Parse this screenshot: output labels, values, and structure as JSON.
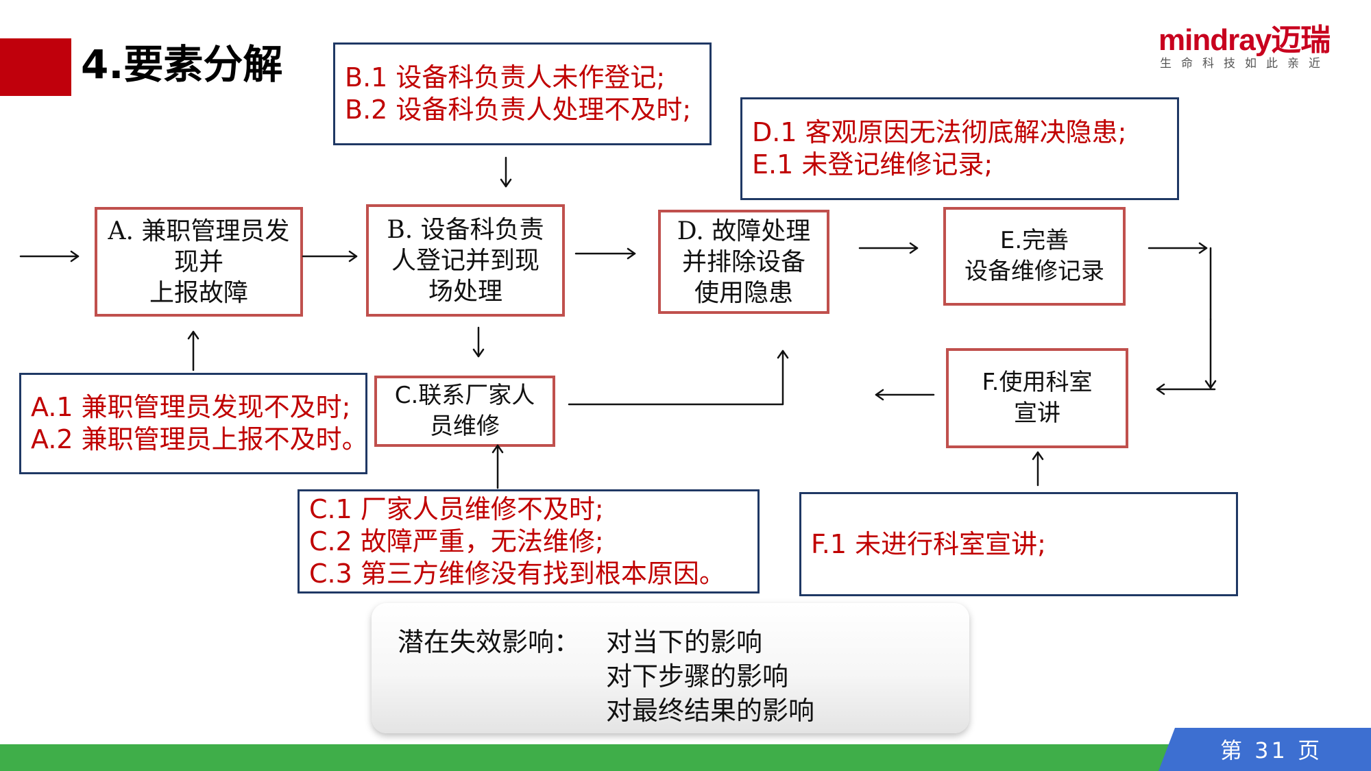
{
  "slide": {
    "title": "4.要素分解",
    "logo_text": "mindray迈瑞",
    "logo_tagline": "生命科技如此亲近",
    "page_number": "第 31 页"
  },
  "process_boxes": {
    "a": "A. 兼职管理员发\n现并\n上报故障",
    "b": "B. 设备科负责\n人登记并到现\n场处理",
    "c": "C.联系厂家人\n员维修",
    "d": "D. 故障处理\n并排除设备\n使用隐患",
    "e": "E.完善\n设备维修记录",
    "f": "F.使用科室\n宣讲"
  },
  "causes": {
    "a": [
      "A.1 兼职管理员发现不及时;",
      "A.2 兼职管理员上报不及时。"
    ],
    "b": [
      "B.1 设备科负责人未作登记;",
      "B.2 设备科负责人处理不及时;"
    ],
    "c": [
      "C.1 厂家人员维修不及时;",
      "C.2 故障严重，无法维修;",
      "C.3 第三方维修没有找到根本原因。"
    ],
    "de": [
      "D.1 客观原因无法彻底解决隐患;",
      "E.1 未登记维修记录;"
    ],
    "f": [
      "F.1 未进行科室宣讲;"
    ]
  },
  "impact": {
    "label": "潜在失效影响：",
    "items": [
      "对当下的影响",
      "对下步骤的影响",
      "对最终结果的影响"
    ]
  },
  "colors": {
    "brand_red": "#c0000c",
    "process_border": "#c0504d",
    "note_border": "#1f3864",
    "cause_text": "#c00000",
    "footer_green": "#3fae49",
    "footer_blue": "#3d6fd1"
  }
}
